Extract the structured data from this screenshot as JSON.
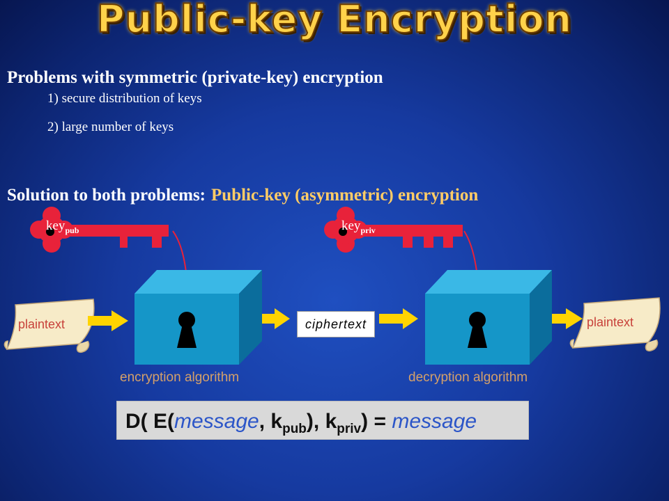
{
  "title": "Public-key Encryption",
  "problems": {
    "heading": "Problems with symmetric (private-key) encryption",
    "items": [
      "1) secure distribution of keys",
      "2) large number of keys"
    ]
  },
  "solution": {
    "prefix": "Solution to both problems:",
    "answer": "Public-key (asymmetric) encryption"
  },
  "keys": {
    "public": {
      "base": "key",
      "sub": "pub"
    },
    "private": {
      "base": "key",
      "sub": "priv"
    }
  },
  "flow": {
    "input": "plaintext",
    "encryption": "encryption algorithm",
    "ciphertext": "ciphertext",
    "decryption": "decryption algorithm",
    "output": "plaintext"
  },
  "formula": {
    "p1": "D( E(",
    "message1": "message",
    "p2": ", k",
    "sub1": "pub",
    "p3": "), k",
    "sub2": "priv",
    "p4": ") = ",
    "message2": "message"
  },
  "colors": {
    "title": "#ffd24a",
    "key": "#e8223a",
    "box_front": "#1596c8",
    "box_top": "#3ab8e6",
    "box_side": "#0b6d9c",
    "arrow": "#ffd400",
    "solution_answer": "#ffcc66",
    "algorithm_label": "#d4a06a",
    "scroll": "#f7ebc8"
  }
}
